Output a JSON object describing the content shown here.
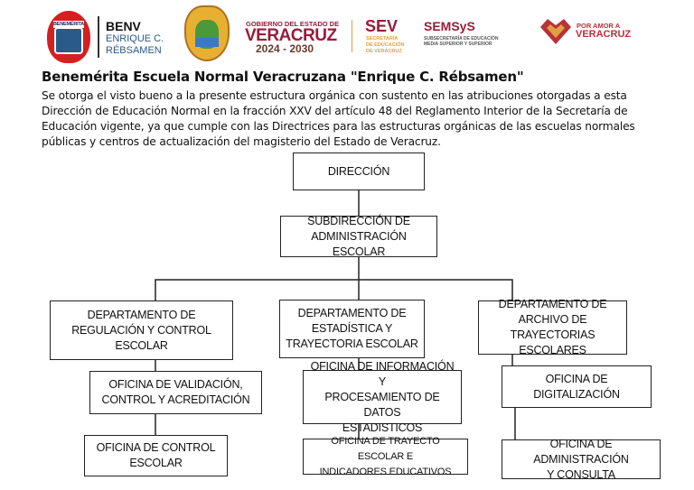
{
  "header": {
    "benv": {
      "short": "BENV",
      "line1": "ENRIQUE C.",
      "line2": "RÉBSAMEN",
      "seal_text": "BENEMÉRITA"
    },
    "gobierno": {
      "line1": "GOBIERNO DEL ESTADO DE",
      "line2": "VERACRUZ",
      "line3": "2024 - 2030"
    },
    "sev": {
      "short": "SEV",
      "line1": "SECRETARÍA",
      "line2": "DE EDUCACIÓN",
      "line3": "DE VERACRUZ"
    },
    "semsys": {
      "short": "SEMSyS",
      "line1": "SUBSECRETARÍA DE EDUCACIÓN",
      "line2": "MEDIA SUPERIOR Y SUPERIOR"
    },
    "amor": {
      "line1": "POR AMOR A",
      "line2": "VERACRUZ"
    },
    "colors": {
      "maroon": "#9b1b3a",
      "brown": "#6b3a2a",
      "gold": "#e0a040",
      "blue": "#2a5a8a"
    }
  },
  "title": "Benemérita Escuela Normal Veracruzana \"Enrique C. Rébsamen\"",
  "paragraph": "Se otorga el visto bueno a la presente estructura orgánica con sustento en las atribuciones otorgadas a esta Dirección de Educación Normal en la fracción XXV del artículo 48 del Reglamento Interior de la Secretaría de Educación vigente, ya que cumple con las Directrices para las estructuras orgánicas de las escuelas normales públicas y centros de actualización del magisterio del Estado de Veracruz.",
  "org": {
    "direccion": "DIRECCIÓN",
    "subdireccion": "SUBDIRECCIÓN DE\nADMINISTRACIÓN ESCOLAR",
    "departments": [
      {
        "name": "DEPARTAMENTO DE\nREGULACIÓN Y CONTROL\nESCOLAR",
        "offices": [
          "OFICINA DE VALIDACIÓN,\nCONTROL Y ACREDITACIÓN",
          "OFICINA DE CONTROL\nESCOLAR"
        ]
      },
      {
        "name": "DEPARTAMENTO DE\nESTADÍSTICA Y\nTRAYECTORIA ESCOLAR",
        "offices": [
          "OFICINA DE INFORMACIÓN Y\nPROCESAMIENTO DE DATOS\nESTADISTICOS",
          "OFICINA DE TRAYECTO ESCOLAR E\nINDICADORES EDUCATIVOS"
        ]
      },
      {
        "name": "DEPARTAMENTO DE\nARCHIVO DE TRAYECTORIAS\nESCOLARES",
        "offices": [
          "OFICINA DE\nDIGITALIZACIÓN",
          "OFICINA DE ADMINISTRACIÓN\nY CONSULTA"
        ]
      }
    ]
  }
}
